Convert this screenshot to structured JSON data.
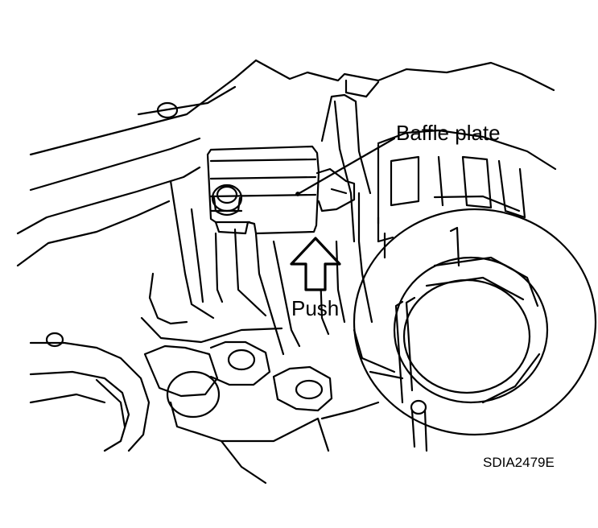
{
  "labels": {
    "baffle_plate": "Baffle plate",
    "push": "Push",
    "figure_code": "SDIA2479E"
  },
  "icons": {
    "arrow": "up-arrow-icon",
    "bolt": "bolt-icon"
  },
  "colors": {
    "line": "#000000",
    "background": "#ffffff"
  }
}
